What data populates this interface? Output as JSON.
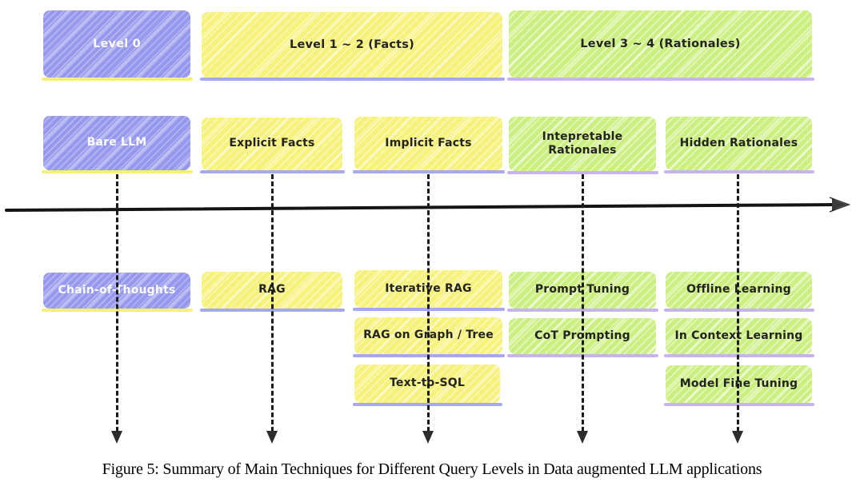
{
  "figure": {
    "caption": "Figure 5: Summary of Main Techniques for Different Query Levels in Data augmented LLM applications"
  },
  "palette": {
    "purple_box": "#9598ed",
    "yellow_box": "#f6f27b",
    "green_box": "#cbef80",
    "yellow_box_shadow": "#a6a9ec",
    "green_box_shadow": "#c7b3ee",
    "purple_box_shadow": "#f5f07a",
    "arrow_black": "#1b1b1b"
  },
  "level_bands": [
    {
      "label": "Level 0",
      "color": "purple"
    },
    {
      "label": "Level 1 ~ 2 (Facts)",
      "color": "yellow"
    },
    {
      "label": "Level 3 ~ 4 (Rationales)",
      "color": "green"
    }
  ],
  "query_types": [
    {
      "label": "Bare LLM",
      "color": "purple"
    },
    {
      "label": "Explicit Facts",
      "color": "yellow"
    },
    {
      "label": "Implicit Facts",
      "color": "yellow"
    },
    {
      "label": "Intepretable Rationales",
      "color": "green"
    },
    {
      "label": "Hidden Rationales",
      "color": "green"
    }
  ],
  "technique_columns": [
    {
      "items": [
        {
          "label": "Chain-of-Thoughts",
          "color": "purple"
        }
      ]
    },
    {
      "items": [
        {
          "label": "RAG",
          "color": "yellow"
        }
      ]
    },
    {
      "items": [
        {
          "label": "Iterative RAG",
          "color": "yellow"
        },
        {
          "label": "RAG on Graph / Tree",
          "color": "yellow"
        },
        {
          "label": "Text-to-SQL",
          "color": "yellow"
        }
      ]
    },
    {
      "items": [
        {
          "label": "Prompt Tuning",
          "color": "green"
        },
        {
          "label": "CoT Prompting",
          "color": "green"
        }
      ]
    },
    {
      "items": [
        {
          "label": "Offline Learning",
          "color": "green"
        },
        {
          "label": "In Context Learning",
          "color": "green"
        },
        {
          "label": "Model Fine Tuning",
          "color": "green"
        }
      ]
    }
  ]
}
